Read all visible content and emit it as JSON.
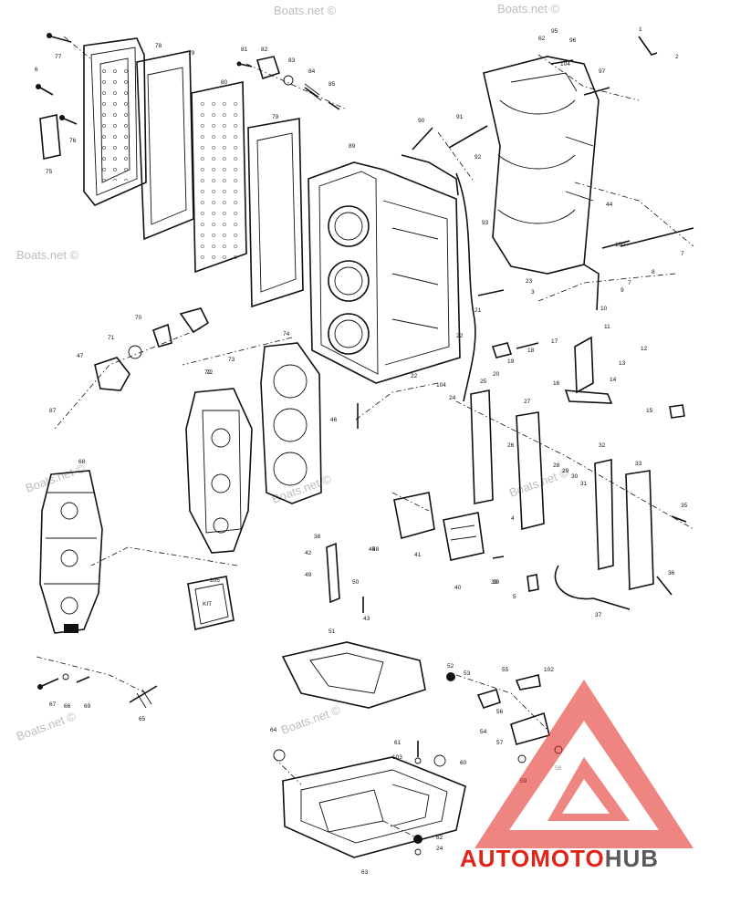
{
  "watermarks": [
    "Boats.net ©",
    "Boats.net ©",
    "Boats.net ©",
    "Boats.net ©",
    "Boats.net ©",
    "Boats.net ©",
    "Boats.net ©",
    "Boats.net ©"
  ],
  "logo": {
    "text_auto": "AUTO",
    "text_moto": "MOTO",
    "text_hub": "HUB",
    "red": "#e2231a",
    "grey": "#5a5a5a"
  },
  "kit_box_label": "KIT",
  "callouts": [
    "77",
    "78",
    "79",
    "80",
    "79",
    "6",
    "76",
    "75",
    "81",
    "82",
    "83",
    "84",
    "85",
    "90",
    "91",
    "89",
    "92",
    "93",
    "72",
    "62",
    "95",
    "96",
    "97",
    "104",
    "1",
    "2",
    "3",
    "4",
    "44",
    "7",
    "100",
    "8",
    "10",
    "11",
    "9",
    "7",
    "12",
    "13",
    "14",
    "15",
    "16",
    "17",
    "18",
    "19",
    "20",
    "21",
    "22",
    "23",
    "22",
    "104",
    "24",
    "25",
    "26",
    "27",
    "28",
    "29",
    "30",
    "31",
    "32",
    "33",
    "35",
    "36",
    "37",
    "38",
    "39",
    "40",
    "41",
    "42",
    "43",
    "45",
    "46",
    "47",
    "48",
    "49",
    "50",
    "51",
    "52",
    "53",
    "54",
    "55",
    "56",
    "57",
    "58",
    "59",
    "60",
    "61",
    "62",
    "63",
    "64",
    "65",
    "66",
    "67",
    "68",
    "69",
    "70",
    "71",
    "72",
    "73",
    "74",
    "102",
    "105",
    "5",
    "39",
    "103",
    "24",
    "87"
  ]
}
